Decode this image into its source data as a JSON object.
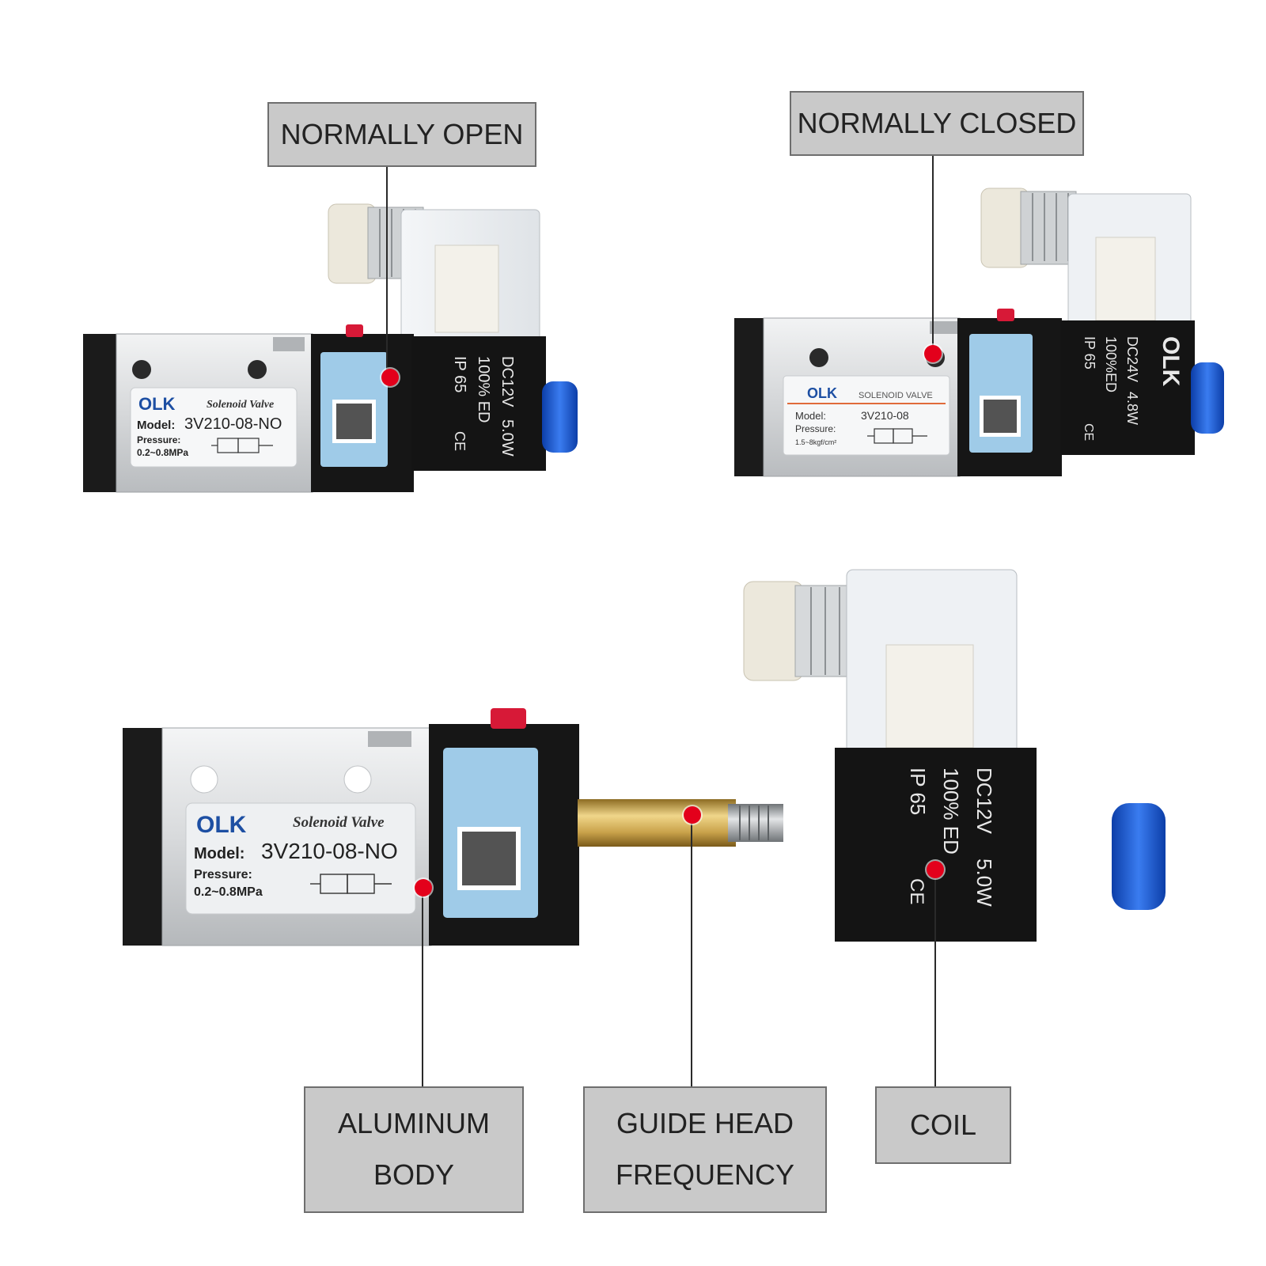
{
  "callouts": {
    "normally_open": "NORMALLY OPEN",
    "normally_closed": "NORMALLY CLOSED",
    "aluminum_body_line1": "ALUMINUM",
    "aluminum_body_line2": "BODY",
    "guide_head_line1": "GUIDE HEAD",
    "guide_head_line2": "FREQUENCY",
    "coil": "COIL"
  },
  "valve_no_top": {
    "brand": "OLK",
    "product": "Solenoid Valve",
    "model_label": "Model:",
    "model": "3V210-08-NO",
    "pressure_label": "Pressure:",
    "pressure": "0.2~0.8MPa",
    "coil_voltage": "DC12V",
    "coil_power": "5.0W",
    "coil_duty": "100% ED",
    "coil_ip": "IP 65",
    "coil_mark": "CE"
  },
  "valve_nc": {
    "brand": "OLK",
    "product": "SOLENOID VALVE",
    "model_label": "Model:",
    "model": "3V210-08",
    "pressure_label": "Pressure:",
    "pressure": "1.5~8kgf/cm²",
    "coil_brand": "OLK",
    "coil_voltage": "DC24V",
    "coil_power": "4.8W",
    "coil_duty": "100%ED",
    "coil_ip": "IP 65",
    "coil_mark": "CE"
  },
  "valve_no_exploded": {
    "brand": "OLK",
    "product": "Solenoid Valve",
    "model_label": "Model:",
    "model": "3V210-08-NO",
    "pressure_label": "Pressure:",
    "pressure": "0.2~0.8MPa"
  },
  "coil_exploded": {
    "voltage": "DC12V",
    "power": "5.0W",
    "duty": "100% ED",
    "ip": "IP 65",
    "mark": "CE"
  },
  "colors": {
    "callout_fill": "#c9c9c9",
    "marker_red": "#e3001b",
    "aluminum": "#d9dbdd",
    "coil_black": "#1a1a1a",
    "brand_blue": "#1d4fa3",
    "cap_blue": "#1f5ed8",
    "brass": "#c9a24a"
  }
}
